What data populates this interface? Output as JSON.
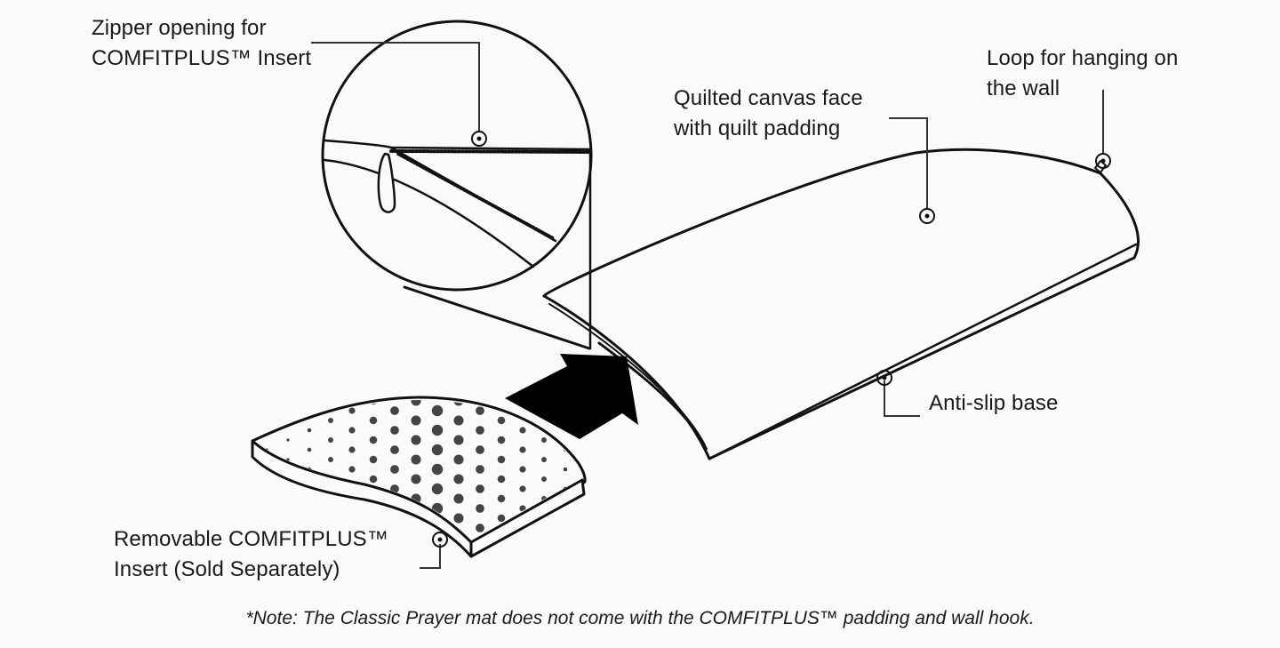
{
  "callouts": {
    "zipper": {
      "line1": "Zipper opening for",
      "line2": "COMFITPLUS™ Insert"
    },
    "quilted_face": {
      "line1": "Quilted canvas face",
      "line2": "with quilt padding"
    },
    "loop": {
      "line1": "Loop for hanging on",
      "line2": "the wall"
    },
    "anti_slip": {
      "line1": "Anti-slip base"
    },
    "insert": {
      "line1": "Removable COMFITPLUS™",
      "line2": "Insert (Sold Separately)"
    }
  },
  "footnote": "*Note: The Classic Prayer mat does not come with the COMFITPLUS™ padding and wall hook.",
  "colors": {
    "background": "#fafafa",
    "ink": "#111111",
    "dots": "#444444"
  }
}
